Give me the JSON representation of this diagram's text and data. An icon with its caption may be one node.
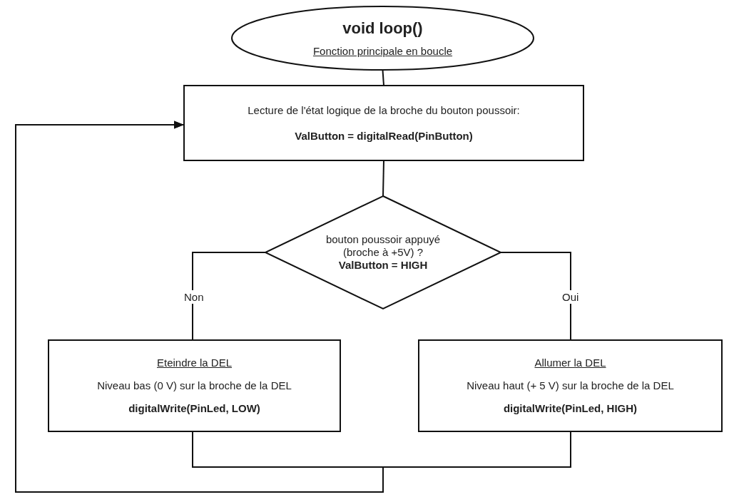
{
  "diagram": {
    "nodes": [
      {
        "text": [
          "void loop()",
          "Fonction principale en boucle"
        ]
      },
      {
        "text": [
          "Lecture de l'état logique de la broche du bouton poussoir:",
          "ValButton = digitalRead(PinButton)"
        ]
      },
      {
        "text": [
          "bouton poussoir appuyé (broche à +5V) ?",
          "ValButton = HIGH"
        ]
      },
      {
        "text": [
          "Eteindre la DEL",
          "Niveau bas (0 V) sur la broche de la DEL",
          "digitalWrite(PinLed, LOW)"
        ]
      },
      {
        "text": [
          "Allumer la DEL",
          "Niveau haut (+ 5 V) sur la broche de la DEL",
          "digitalWrite(PinLed, HIGH)"
        ]
      }
    ],
    "edges": [
      {
        "from": 0,
        "to": 1,
        "arrow": "none"
      },
      {
        "from": 1,
        "to": 2,
        "arrow": "none"
      },
      {
        "from": 2,
        "to": 3,
        "arrow": "none",
        "label": "Non"
      },
      {
        "from": 2,
        "to": 4,
        "arrow": "none",
        "label": "Oui"
      },
      {
        "from": 3,
        "to": 1,
        "arrow": "to"
      },
      {
        "from": 4,
        "to": 1,
        "arrow": "to"
      }
    ]
  }
}
